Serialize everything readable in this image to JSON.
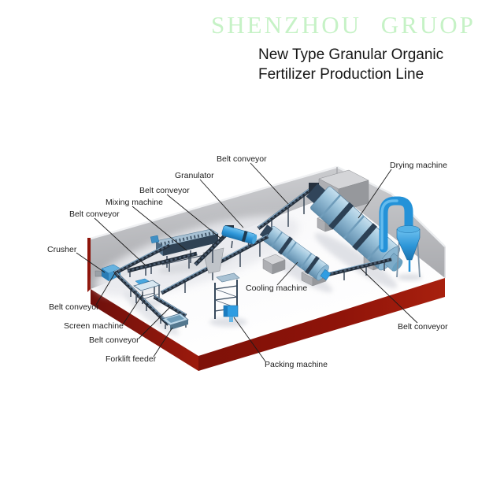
{
  "header": {
    "company": "SHENZHOU GRUOP",
    "subtitle_line1": "New Type Granular Organic",
    "subtitle_line2": "Fertilizer Production Line"
  },
  "colors": {
    "company_text": "#c6f2c6",
    "subtitle_text": "#161616",
    "label_text": "#1c1c1c",
    "leader_line": "#1b1b1b",
    "wall_gray": "#b5b6ba",
    "floor_white": "#fafafb",
    "floor_edge_red": "#8e1309",
    "machine_steel_blue": "#8fb8d2",
    "machine_bright_blue": "#2f9de2",
    "conveyor_dark": "#232e3a",
    "concrete_gray": "#b5b6ba"
  },
  "diagram": {
    "labels": [
      {
        "id": "belt-conveyor-1",
        "text": "Belt conveyor"
      },
      {
        "id": "granulator",
        "text": "Granulator"
      },
      {
        "id": "belt-conveyor-2",
        "text": "Belt conveyor"
      },
      {
        "id": "mixing-machine",
        "text": "Mixing machine"
      },
      {
        "id": "belt-conveyor-3",
        "text": "Belt conveyor"
      },
      {
        "id": "crusher",
        "text": "Crusher"
      },
      {
        "id": "drying-machine",
        "text": "Drying machine"
      },
      {
        "id": "belt-conveyor-4",
        "text": "Belt conveyor"
      },
      {
        "id": "screen-machine",
        "text": "Screen machine"
      },
      {
        "id": "belt-conveyor-5",
        "text": "Belt conveyor"
      },
      {
        "id": "forklift-feeder",
        "text": "Forklift feeder"
      },
      {
        "id": "cooling-machine",
        "text": "Cooling machine"
      },
      {
        "id": "packing-machine",
        "text": "Packing machine"
      },
      {
        "id": "belt-conveyor-6",
        "text": "Belt conveyor"
      }
    ]
  }
}
